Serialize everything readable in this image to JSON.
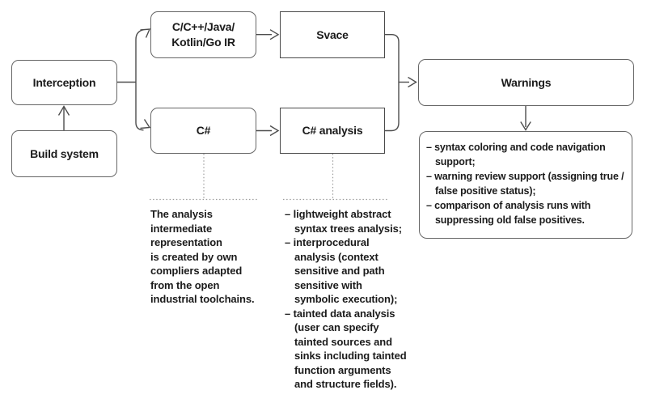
{
  "canvas": {
    "bg": "#ffffff"
  },
  "colors": {
    "rounded_box_border": "#666666",
    "square_box_border": "#4a4a4a",
    "arrow_line": "#4d4d4d",
    "dotted_line": "#9c9c9c",
    "text": "#1b1b1b"
  },
  "nodes": {
    "build_system": {
      "label": "Build system"
    },
    "interception": {
      "label": "Interception"
    },
    "ir": {
      "label": "C/C++/Java/\nKotlin/Go IR"
    },
    "csharp": {
      "label": "C#"
    },
    "svace": {
      "label": "Svace"
    },
    "csharp_analysis": {
      "label": "C# analysis"
    },
    "warnings": {
      "label": "Warnings"
    }
  },
  "notes": {
    "csharp_note": {
      "text": "The analysis\nintermediate\nrepresentation\nis created by own\ncompliers adapted\nfrom the open\nindustrial toolchains."
    },
    "analysis_note": {
      "items": [
        "– lightweight abstract\nsyntax trees analysis;",
        "– interprocedural\nanalysis (context\nsensitive and path\nsensitive with\nsymbolic execution);",
        "– tainted data analysis\n(user can specify\ntainted sources and\nsinks including tainted\nfunction arguments\nand structure fields)."
      ]
    },
    "warnings_note": {
      "items": [
        "– syntax coloring and code navigation\nsupport;",
        "– warning review support (assigning true /\nfalse positive status);",
        "– comparison of analysis runs with\nsuppressing old false positives."
      ]
    }
  }
}
